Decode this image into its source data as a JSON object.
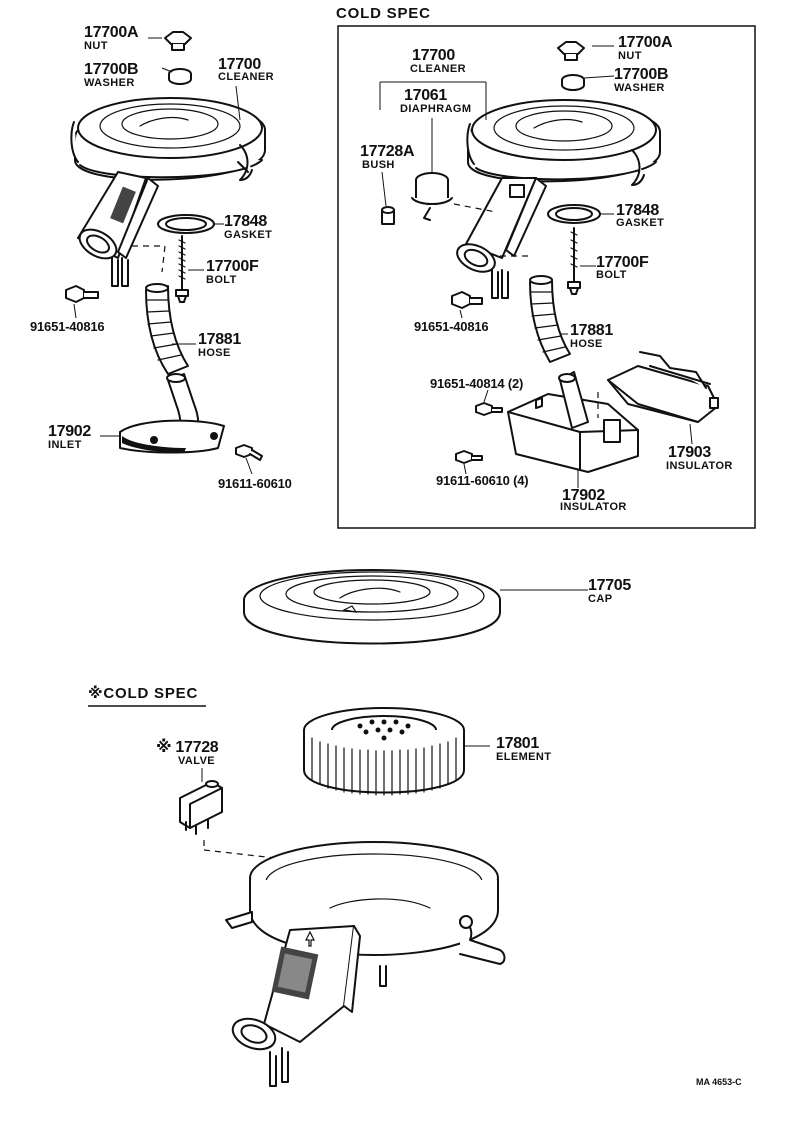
{
  "main_group": {
    "nut": {
      "part_no": "17700A",
      "name": "NUT"
    },
    "washer": {
      "part_no": "17700B",
      "name": "WASHER"
    },
    "cleaner": {
      "part_no": "17700",
      "name": "CLEANER"
    },
    "gasket": {
      "part_no": "17848",
      "name": "GASKET"
    },
    "bolt": {
      "part_no": "17700F",
      "name": "BOLT"
    },
    "screw": {
      "part_no": "91651-40816"
    },
    "hose": {
      "part_no": "17881",
      "name": "HOSE"
    },
    "inlet": {
      "part_no": "17902",
      "name": "INLET"
    },
    "inlet_screw": {
      "part_no": "91611-60610"
    }
  },
  "cold_spec_box": {
    "title": "COLD  SPEC",
    "nut": {
      "part_no": "17700A",
      "name": "NUT"
    },
    "washer": {
      "part_no": "17700B",
      "name": "WASHER"
    },
    "cleaner": {
      "part_no": "17700",
      "name": "CLEANER"
    },
    "diaphragm": {
      "part_no": "17061",
      "name": "DIAPHRAGM"
    },
    "bush": {
      "part_no": "17728A",
      "name": "BUSH"
    },
    "gasket": {
      "part_no": "17848",
      "name": "GASKET"
    },
    "bolt": {
      "part_no": "17700F",
      "name": "BOLT"
    },
    "screw": {
      "part_no": "91651-40816"
    },
    "hose": {
      "part_no": "17881",
      "name": "HOSE"
    },
    "screw2": {
      "part_no": "91651-40814 (2)"
    },
    "insulator_903": {
      "part_no": "17903",
      "name": "INSULATOR"
    },
    "screw3": {
      "part_no": "91611-60610 (4)"
    },
    "insulator_902": {
      "part_no": "17902",
      "name": "INSULATOR"
    }
  },
  "cap": {
    "part_no": "17705",
    "name": "CAP"
  },
  "exploded": {
    "cold_spec_heading": "※COLD SPEC",
    "valve": {
      "part_no": "※ 17728",
      "name": "VALVE"
    },
    "element": {
      "part_no": "17801",
      "name": "ELEMENT"
    }
  },
  "footer": {
    "ref": "MA  4653-C"
  }
}
